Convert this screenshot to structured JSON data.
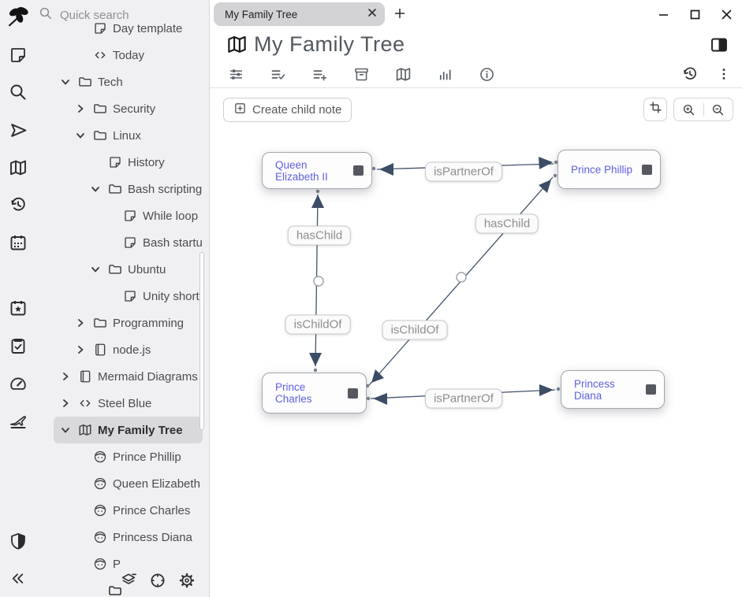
{
  "window": {
    "controls": [
      "minimize",
      "maximize",
      "close"
    ]
  },
  "launcher": {
    "icons": [
      "trilium-logo",
      "new-note",
      "search",
      "jump-to",
      "collections-map",
      "recent-changes",
      "calendar",
      "calendar-star",
      "task-list",
      "dashboard",
      "travel",
      "protected-session-shield",
      "collapse-pane"
    ]
  },
  "quick_search": {
    "label": "Quick search"
  },
  "tree": {
    "items": [
      {
        "label": "Day template",
        "icon": "note",
        "level": 2
      },
      {
        "label": "Today",
        "icon": "code",
        "level": 2
      },
      {
        "label": "Tech",
        "icon": "folder",
        "level": 1,
        "state": "expanded"
      },
      {
        "label": "Security",
        "icon": "folder",
        "level": 2,
        "state": "collapsed"
      },
      {
        "label": "Linux",
        "icon": "folder",
        "level": 2,
        "state": "expanded"
      },
      {
        "label": "History",
        "icon": "note",
        "level": 3
      },
      {
        "label": "Bash scripting",
        "icon": "folder",
        "level": 3,
        "state": "expanded"
      },
      {
        "label": "While loop",
        "icon": "note",
        "level": 4
      },
      {
        "label": "Bash startu",
        "icon": "note",
        "level": 4
      },
      {
        "label": "Ubuntu",
        "icon": "folder",
        "level": 3,
        "state": "expanded"
      },
      {
        "label": "Unity short",
        "icon": "note",
        "level": 4
      },
      {
        "label": "Programming",
        "icon": "folder",
        "level": 2,
        "state": "collapsed"
      },
      {
        "label": "node.js",
        "icon": "book",
        "level": 2,
        "state": "collapsed"
      },
      {
        "label": "Mermaid Diagrams",
        "icon": "book",
        "level": 1,
        "state": "collapsed"
      },
      {
        "label": "Steel Blue",
        "icon": "code",
        "level": 1,
        "state": "collapsed"
      },
      {
        "label": "My Family Tree",
        "icon": "map",
        "level": 1,
        "state": "expanded",
        "selected": true
      },
      {
        "label": "Prince Phillip",
        "icon": "person",
        "level": 2
      },
      {
        "label": "Queen Elizabeth",
        "icon": "person",
        "level": 2
      },
      {
        "label": "Prince Charles",
        "icon": "person",
        "level": 2
      },
      {
        "label": "Princess Diana",
        "icon": "person",
        "level": 2
      },
      {
        "label": "P",
        "icon": "person",
        "level": 2
      }
    ],
    "bottom_icons": [
      "layers",
      "crosshair",
      "settings-gear"
    ]
  },
  "tabs": {
    "active_label": "My Family Tree",
    "close_glyph": "✕",
    "new_tab_glyph": "+"
  },
  "header": {
    "title": "My Family Tree"
  },
  "ribbon": {
    "icons": [
      "basic-properties-sliders",
      "owned-attributes-list-check",
      "inherited-attributes-list-plus",
      "note-paths-archive",
      "collection-properties-map",
      "note-info-bars",
      "info-circle"
    ],
    "right_icons": [
      "revisions-history",
      "more-kebab"
    ]
  },
  "toolbar": {
    "create_child_note": "Create child note",
    "buttons": [
      "crop",
      "zoom-in",
      "zoom-out"
    ]
  },
  "map": {
    "nodes": [
      {
        "label": "Queen Elizabeth II"
      },
      {
        "label": "Prince Phillip"
      },
      {
        "label": "Prince Charles"
      },
      {
        "label": "Princess Diana"
      }
    ],
    "edge_labels": [
      "isPartnerOf",
      "hasChild",
      "isChildOf",
      "hasChild",
      "isChildOf",
      "isPartnerOf"
    ],
    "relations": [
      {
        "from": "Queen Elizabeth II",
        "to": "Prince Phillip",
        "labels": [
          "isPartnerOf"
        ]
      },
      {
        "from": "Queen Elizabeth II",
        "to": "Prince Charles",
        "labels": [
          "hasChild",
          "isChildOf"
        ]
      },
      {
        "from": "Prince Phillip",
        "to": "Prince Charles",
        "labels": [
          "hasChild",
          "isChildOf"
        ]
      },
      {
        "from": "Prince Charles",
        "to": "Princess Diana",
        "labels": [
          "isPartnerOf"
        ]
      }
    ],
    "colors": {
      "node_text": "#5e5fe0",
      "edge": "#42526b",
      "node_border": "#a3a6ab"
    }
  }
}
